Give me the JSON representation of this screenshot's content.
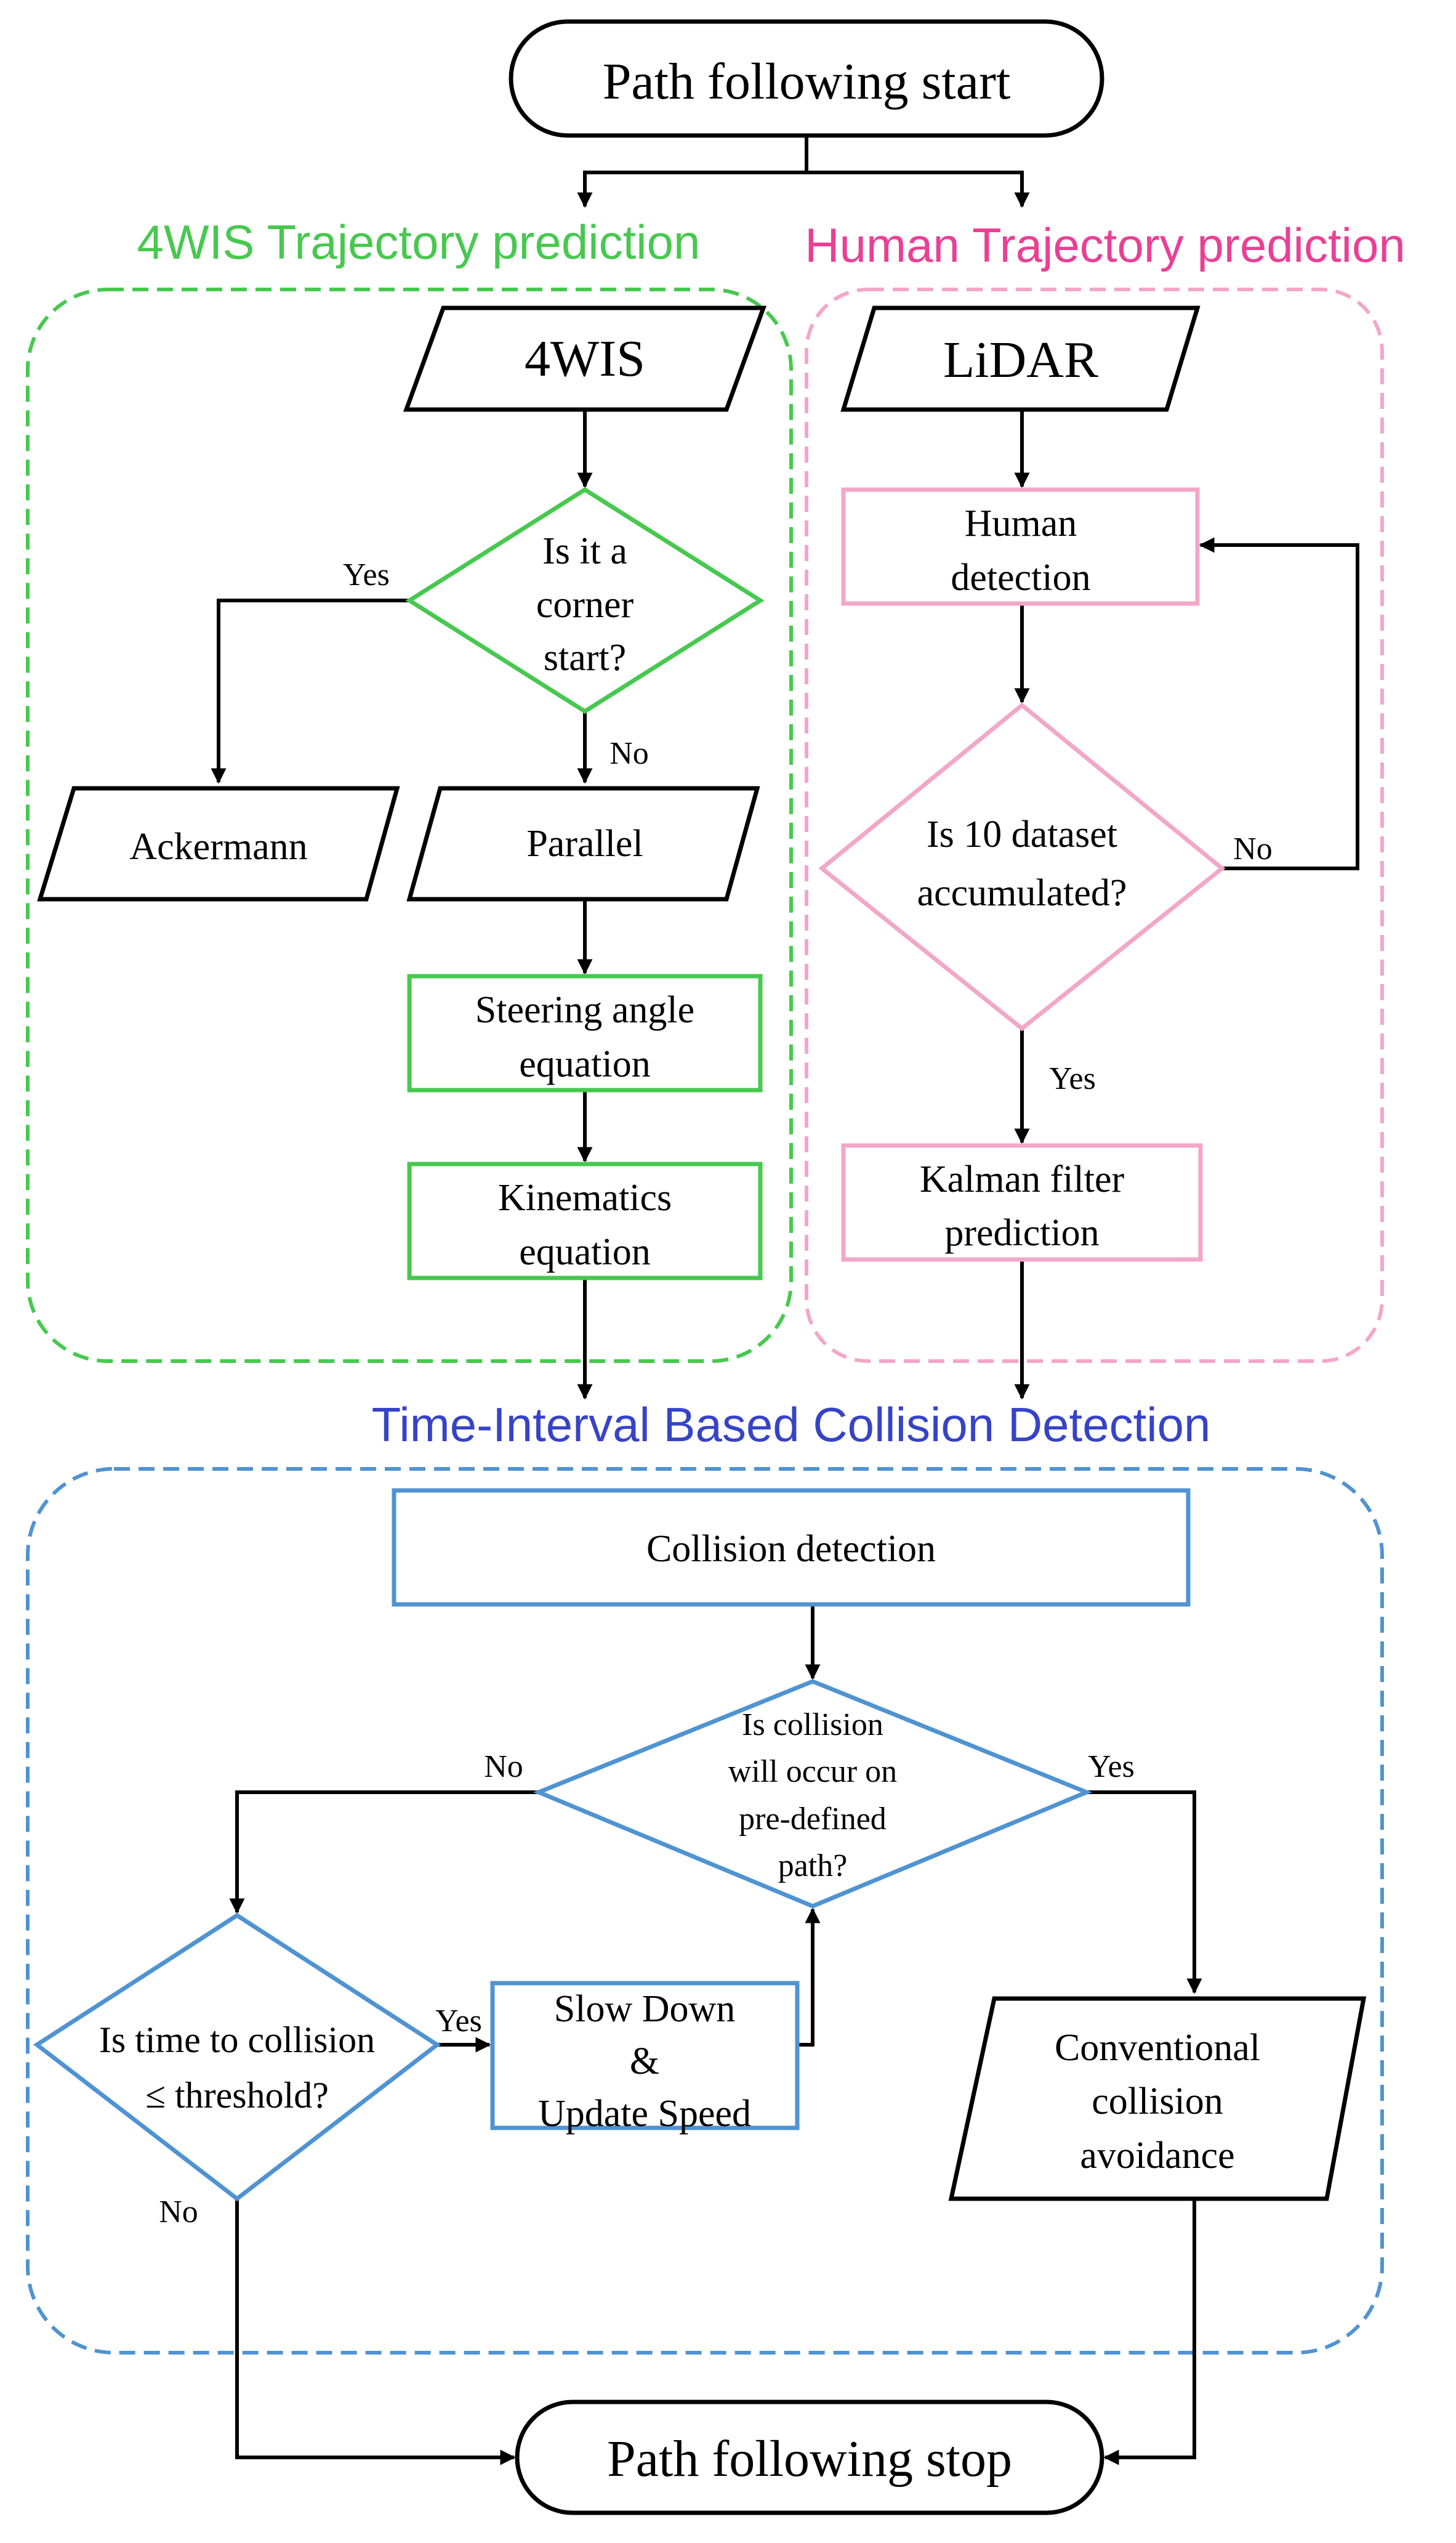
{
  "regions": {
    "vehicle": {
      "title": "4WIS Trajectory prediction",
      "color": "#47c84f"
    },
    "human": {
      "title": "Human Trajectory prediction",
      "color": "#ea3f95"
    },
    "collision": {
      "title": "Time-Interval Based Collision Detection",
      "color": "#3643c8"
    }
  },
  "nodes": {
    "start": "Path following start",
    "input_4wis": "4WIS",
    "input_lidar": "LiDAR",
    "corner_decision": [
      "Is it a",
      "corner",
      "start?"
    ],
    "ackermann": "Ackermann",
    "parallel": "Parallel",
    "steering": [
      "Steering angle",
      "equation"
    ],
    "kinematics": [
      "Kinematics",
      "equation"
    ],
    "human_detection": [
      "Human",
      "detection"
    ],
    "dataset_decision": [
      "Is 10 dataset",
      "accumulated?"
    ],
    "kalman": [
      "Kalman filter",
      "prediction"
    ],
    "collision_detection": "Collision detection",
    "collision_decision": [
      "Is collision",
      "will occur on",
      "pre-defined",
      "path?"
    ],
    "ttc_decision": [
      "Is time to collision",
      "≤ threshold?"
    ],
    "slow_down": [
      "Slow Down",
      "&",
      "Update Speed"
    ],
    "conventional": [
      "Conventional",
      "collision",
      "avoidance"
    ],
    "stop": "Path following stop"
  },
  "edge_labels": {
    "corner_yes": "Yes",
    "corner_no": "No",
    "dataset_no": "No",
    "dataset_yes": "Yes",
    "collision_no": "No",
    "collision_yes": "Yes",
    "ttc_yes": "Yes",
    "ttc_no": "No"
  }
}
